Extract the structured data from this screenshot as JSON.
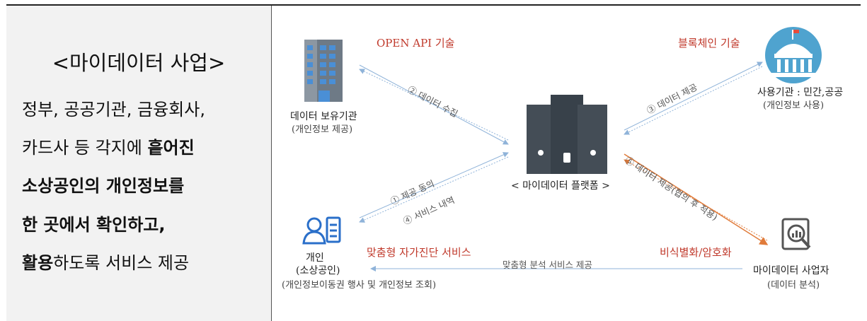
{
  "left_panel": {
    "title": "<마이데이터 사업>",
    "line1": "정부, 공공기관, 금융회사,",
    "line2_plain": "카드사 등 각지에 ",
    "line2_bold": "흩어진",
    "line3_bold": "소상공인의 개인정보를",
    "line4_bold": "한 곳에서 확인하고,",
    "line5_bold": "활용",
    "line5_plain": "하도록 서비스 제공"
  },
  "nodes": {
    "holder": {
      "name": "데이터 보유기관",
      "sub": "(개인정보 제공)",
      "icon": "building-icon"
    },
    "user_org": {
      "name": "사용기관 : 민간,공공",
      "sub": "(개인정보 사용)",
      "icon": "government-building-icon"
    },
    "platform": {
      "name": "< 마이데이터 플랫폼 >",
      "icon": "server-icon"
    },
    "individual": {
      "name": "개인",
      "name2": "(소상공인)",
      "sub": "(개인정보이동권 행사 및 개인정보 조회)",
      "icon": "person-id-card-icon"
    },
    "operator": {
      "name": "마이데이터 사업자",
      "sub": "(데이터 분석)",
      "icon": "analysis-search-icon"
    }
  },
  "tech_labels": {
    "open_api": "OPEN API 기술",
    "blockchain": "블록체인 기술",
    "self_diagnosis": "맞춤형 자가진단 서비스",
    "deidentify": "비식별화/암호화"
  },
  "edges": {
    "collect": "② 데이터 수집",
    "provide": "③ 데이터 제공",
    "consent": "① 제공 동의",
    "history": "④ 서비스 내역",
    "provide_consent": "⑤ 데이터 제공(협의 후 적용)",
    "analysis_service": "맞춤형 분석 서비스 제공"
  },
  "colors": {
    "arrow_blue": "#8fb3d9",
    "arrow_orange": "#e07b3a",
    "tech_red": "#c0392b"
  }
}
